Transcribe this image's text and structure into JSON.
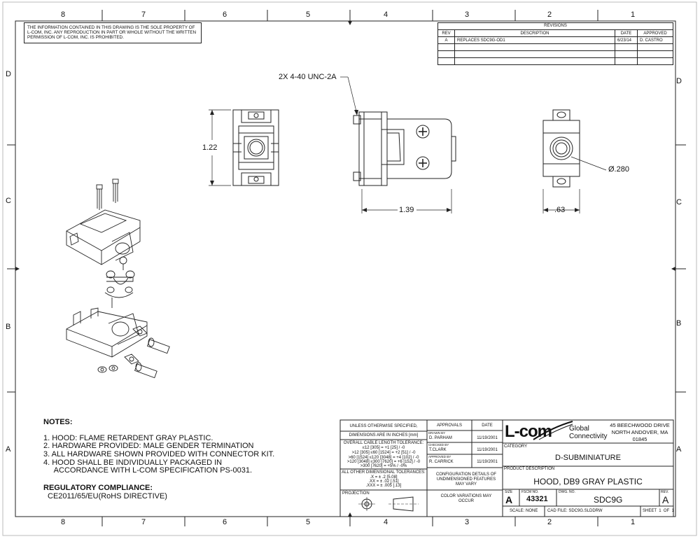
{
  "zones": {
    "cols": [
      "8",
      "7",
      "6",
      "5",
      "4",
      "3",
      "2",
      "1"
    ],
    "rows": [
      "D",
      "C",
      "B",
      "A"
    ]
  },
  "proprietary_notice": "THE INFORMATION CONTAINED IN THIS DRAWING IS THE SOLE PROPERTY OF L-COM, INC. ANY REPRODUCTION IN PART OR WHOLE WITHOUT THE WRITTEN PERMISSION OF L-COM, INC. IS PROHIBITED.",
  "revisions": {
    "title": "REVISIONS",
    "headers": [
      "REV",
      "DESCRIPTION",
      "DATE",
      "APPROVED"
    ],
    "rows": [
      [
        "A",
        "REPLACES SDC9G-OD1",
        "6/23/14",
        "D. CASTRO"
      ]
    ]
  },
  "dimensions": {
    "thread": "2X 4-40 UNC-2A",
    "height": "1.22",
    "length": "1.39",
    "width": ".63",
    "diameter": "Ø.280"
  },
  "notes": {
    "heading": "NOTES:",
    "items": [
      "1.  HOOD: FLAME RETARDENT GRAY PLASTIC.",
      "2.  HARDWARE PROVIDED: MALE GENDER TERMINATION",
      "3.  ALL HARDWARE SHOWN PROVIDED WITH CONNECTOR KIT.",
      "4.  HOOD SHALL BE INDIVIDUALLY PACKAGED IN",
      "     ACCORDANCE WITH L-COM SPECIFICATION PS-0031."
    ],
    "regulatory_heading": "REGULATORY COMPLIANCE:",
    "regulatory_text": "CE2011/65/EU(RoHS DIRECTIVE)"
  },
  "title_block": {
    "unless": "UNLESS OTHERWISE SPECIFIED,",
    "dims_in": "DIMENSIONS ARE IN INCHES [mm]",
    "cable_tol_title": "OVERALL CABLE LENGTH TOLERANCE:",
    "cable_tol": [
      "≤12 [305] = +1 [25] / -0",
      ">12 [305] ≤60 [1524] = +2 [51] / -0",
      ">60 [1524] ≤120 [3048] = +4 [102] / -0",
      ">120 [3048] ≤300 [7620] = +6 [152] / -0",
      ">300 [7620] = +5% / -0%"
    ],
    "other_tol_title": "ALL OTHER DIMENSIONAL TOLERANCES:",
    "other_tol": [
      ".X = ± .2 [5.08]",
      ".XX = ± .02 [.51]",
      ".XXX = ± .005 [.13]"
    ],
    "projection": "PROJECTION",
    "approvals": "APPROVALS",
    "date": "DATE",
    "drawn_by_label": "DRAWN BY",
    "drawn_by": "D. PARHAM",
    "drawn_date": "11/19/2001",
    "checked_by_label": "CHECKED BY",
    "checked_by": "T.CLARK",
    "checked_date": "11/19/2001",
    "approved_by_label": "APPROVED BY",
    "approved_by": "R. CARRICK",
    "approved_date": "11/19/2001",
    "config_note": "CONFIGURATION DETAILS OF UNDIMENSIONED FEATURES MAY VARY",
    "color_note": "COLOR VARIATIONS MAY OCCUR",
    "logo": "L-com",
    "logo_tag1": "Global",
    "logo_tag2": "Connectivity",
    "address1": "45 BEECHWOOD DRIVE",
    "address2": "NORTH ANDOVER, MA",
    "address3": "01845",
    "category_label": "CATEGORY",
    "category": "D-SUBMINIATURE",
    "product_desc_label": "PRODUCT DESCRIPTION",
    "product_desc": "HOOD, DB9 GRAY PLASTIC",
    "size_label": "SIZE",
    "size": "A",
    "fscm_label": "FSCM NO.",
    "fscm": "43321",
    "dwg_label": "DWG. NO.",
    "dwg": "SDC9G",
    "rev_label": "REV.",
    "rev": "A",
    "scale": "SCALE:  NONE",
    "cad_file": "CAD FILE:  SDC9G.SLDDRW",
    "sheet": "SHEET  1  OF  1"
  }
}
